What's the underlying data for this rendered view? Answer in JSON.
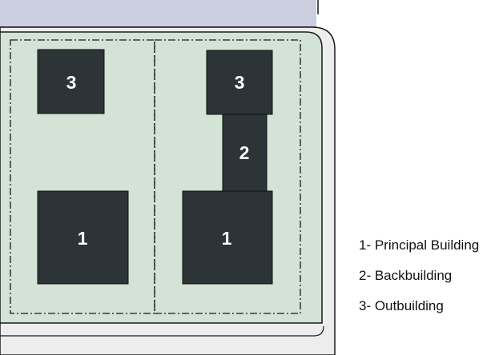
{
  "buildings": [
    {
      "id": "lot1-outbuilding",
      "label": "3"
    },
    {
      "id": "lot1-principal",
      "label": "1"
    },
    {
      "id": "lot2-outbuilding",
      "label": "3"
    },
    {
      "id": "lot2-backbuilding",
      "label": "2"
    },
    {
      "id": "lot2-principal",
      "label": "1"
    }
  ],
  "legend": [
    {
      "number": "1",
      "text": "1- Principal Building"
    },
    {
      "number": "2",
      "text": "2- Backbuilding"
    },
    {
      "number": "3",
      "text": "3- Outbuilding"
    }
  ],
  "colors": {
    "lot_fill": "#d3e3d5",
    "building_fill": "#2c3437",
    "road_fill": "#cbcfe0",
    "sidewalk_fill": "#ededed",
    "line": "#1a1a1a"
  }
}
